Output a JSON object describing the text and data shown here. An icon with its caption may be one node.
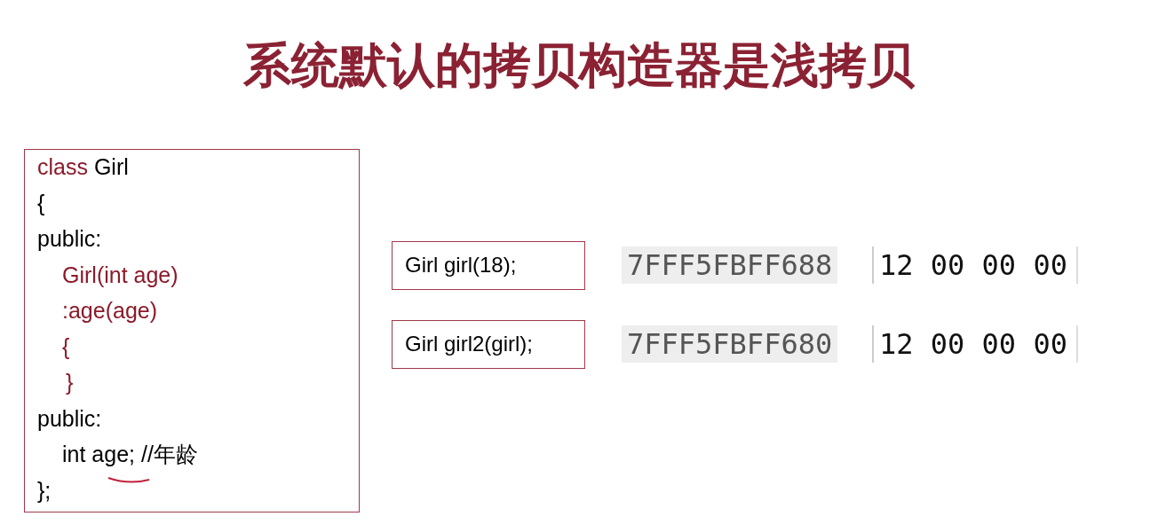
{
  "diagram": {
    "title": "系统默认的拷贝构造器是浅拷贝",
    "nodes": [
      {
        "text": [
          "class Girl",
          "{",
          "public:",
          "Girl(int age)",
          ":age(age)",
          "{",
          "}",
          "public:",
          "int age; //年龄",
          "};"
        ]
      },
      {
        "text": [
          "Girl girl(18);"
        ]
      },
      {
        "text": [
          "Girl girl2(girl);"
        ]
      }
    ],
    "labels": [
      "7FFF5FBFF688",
      "12 00 00 00",
      "7FFF5FBFF680",
      "12 00 00 00"
    ]
  }
}
